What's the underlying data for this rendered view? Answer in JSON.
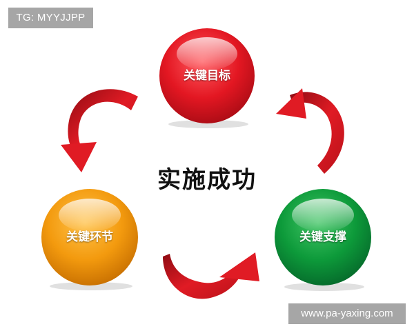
{
  "tag": "TG: MYYJJPP",
  "watermark": "www.pa-yaxing.com",
  "center": "实施成功",
  "nodes": [
    {
      "key": "top",
      "label": "关键目标",
      "color": "#e31722"
    },
    {
      "key": "left",
      "label": "关键环节",
      "color": "#f39a0e"
    },
    {
      "key": "right",
      "label": "关键支撑",
      "color": "#0d9a3a"
    }
  ],
  "arrow_color": "#d71a20",
  "arrow_count": 3
}
